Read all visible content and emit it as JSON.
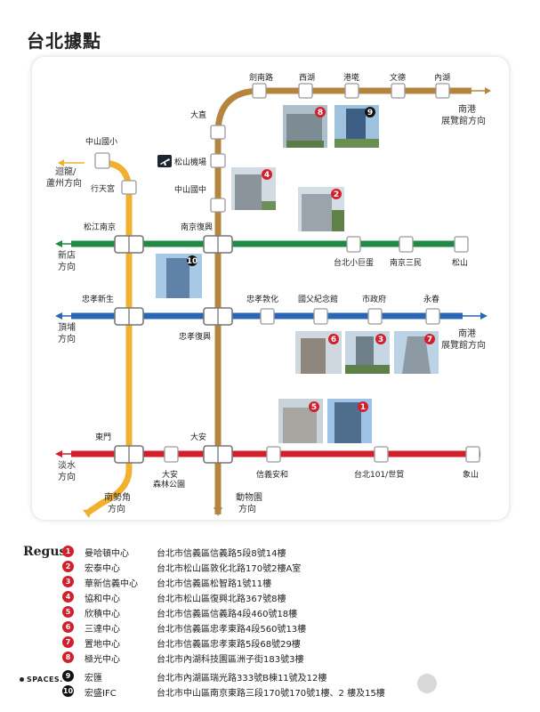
{
  "title": "台北據點",
  "colors": {
    "brown_line": "#b5853f",
    "yellow_line": "#f1b12f",
    "green_line": "#1f8a43",
    "blue_line": "#2b66b5",
    "red_line": "#d11f2d",
    "marker_red": "#d21f2d",
    "marker_black": "#111111"
  },
  "stations": {
    "jiannan": "劍南路",
    "xihu": "西湖",
    "gangqian": "港墘",
    "wende": "文德",
    "neihu": "內湖",
    "dazhi": "大直",
    "songshan_airport": "松山機場",
    "zhongshan_jr_high": "中山國中",
    "zhongshan_elem": "中山國小",
    "xingtian": "行天宮",
    "songjiang": "松江南京",
    "nanjing_fuxing": "南京復興",
    "taipei_arena": "台北小巨蛋",
    "nanjing_sanmin": "南京三民",
    "songshan": "松山",
    "zhongxiao_xinsheng": "忠孝新生",
    "zhongxiao_dunhua": "忠孝敦化",
    "sun_yatsen": "國父紀念館",
    "city_hall": "市政府",
    "yongchun": "永春",
    "zhongxiao_fuxing": "忠孝復興",
    "dongmen": "東門",
    "daan": "大安",
    "daan_park_1": "大安",
    "daan_park_2": "森林公園",
    "xinyi_anhe": "信義安和",
    "taipei101_1": "台北101/世貿",
    "xiangshan": "象山"
  },
  "directions": {
    "nangang_expo_1": "南港",
    "nangang_expo_2": "展覽館方向",
    "huilong_1": "迴龍/",
    "huilong_2": "蘆州方向",
    "xindian_1": "新店",
    "xindian_2": "方向",
    "dingpu_1": "頂埔",
    "dingpu_2": "方向",
    "nangang2_1": "南港",
    "nangang2_2": "展覽館方向",
    "tamsui_1": "淡水",
    "tamsui_2": "方向",
    "nanshijiao_1": "南勢角",
    "nanshijiao_2": "方向",
    "zoo_1": "動物園",
    "zoo_2": "方向"
  },
  "photo_numbers": [
    "8",
    "9",
    "4",
    "2",
    "10",
    "6",
    "3",
    "7",
    "5",
    "1"
  ],
  "legend": {
    "brand_regus": "Regus",
    "brand_spaces": "SPACES.",
    "items": [
      {
        "num": "1",
        "name": "曼哈頓中心",
        "addr": "台北市信義區信義路5段8號14樓",
        "color": "#d21f2d"
      },
      {
        "num": "2",
        "name": "宏泰中心",
        "addr": "台北市松山區敦化北路170號2樓A室",
        "color": "#d21f2d"
      },
      {
        "num": "3",
        "name": "華新信義中心",
        "addr": "台北市信義區松智路1號11樓",
        "color": "#d21f2d"
      },
      {
        "num": "4",
        "name": "協和中心",
        "addr": "台北市松山區復興北路367號8樓",
        "color": "#d21f2d"
      },
      {
        "num": "5",
        "name": "欣積中心",
        "addr": "台北市信義區信義路4段460號18樓",
        "color": "#d21f2d"
      },
      {
        "num": "6",
        "name": "三達中心",
        "addr": "台北市信義區忠孝東路4段560號13樓",
        "color": "#d21f2d"
      },
      {
        "num": "7",
        "name": "置地中心",
        "addr": "台北市信義區忠孝東路5段68號29樓",
        "color": "#d21f2d"
      },
      {
        "num": "8",
        "name": "極光中心",
        "addr": "台北市內湖科技園區洲子街183號3樓",
        "color": "#d21f2d"
      },
      {
        "num": "9",
        "name": "宏匯",
        "addr": "台北市內湖區瑞光路333號B棟11號及12樓",
        "color": "#111111"
      },
      {
        "num": "10",
        "name": "宏盛IFC",
        "addr": "台北市中山區南京東路三段170號170號1樓、2 樓及15樓",
        "color": "#111111"
      }
    ]
  }
}
